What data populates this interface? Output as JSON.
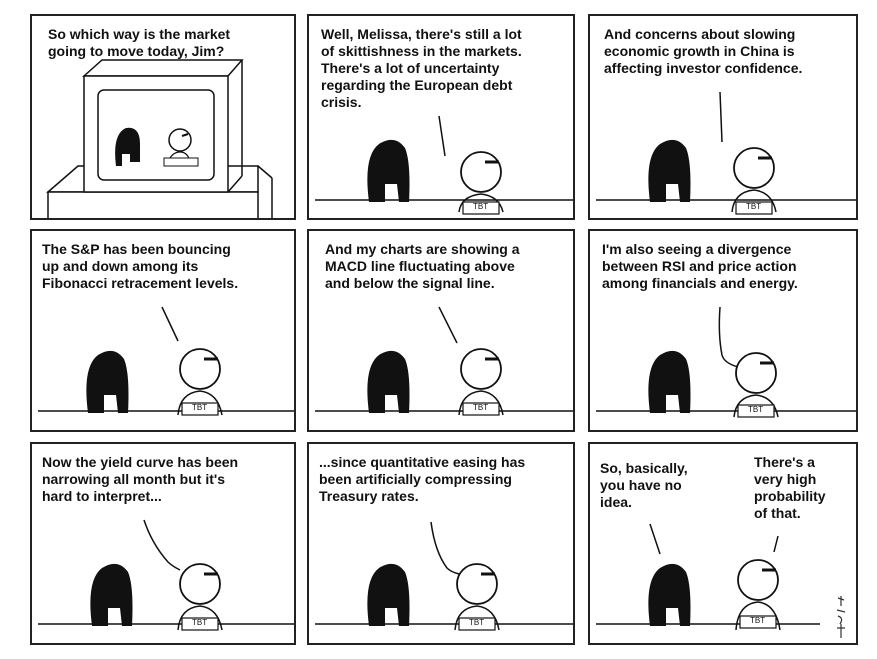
{
  "panels": [
    {
      "text": "So which way is the market\ngoing to move today, Jim?"
    },
    {
      "text": "Well, Melissa, there's still a lot\nof skittishness in the markets.\nThere's a lot of uncertainty\nregarding the European debt\ncrisis."
    },
    {
      "text": "And concerns about slowing\neconomic growth in China is\naffecting investor confidence."
    },
    {
      "text": "The S&P has been bouncing\nup and down among its\nFibonacci retracement levels."
    },
    {
      "text": "And my charts are showing a\nMACD line fluctuating above\nand below the signal line."
    },
    {
      "text": "I'm also seeing a divergence\nbetween RSI and price action\namong financials and energy."
    },
    {
      "text": "Now the yield curve has been\nnarrowing all month but it's\nhard to interpret..."
    },
    {
      "text": "...since quantitative easing has\nbeen artificially compressing\nTreasury rates."
    },
    {
      "text_left": "So, basically,\nyou have no\nidea.",
      "text_right": "There's a\nvery high\nprobability\nof that."
    }
  ],
  "desk_label": "TBT",
  "signature": "sig"
}
